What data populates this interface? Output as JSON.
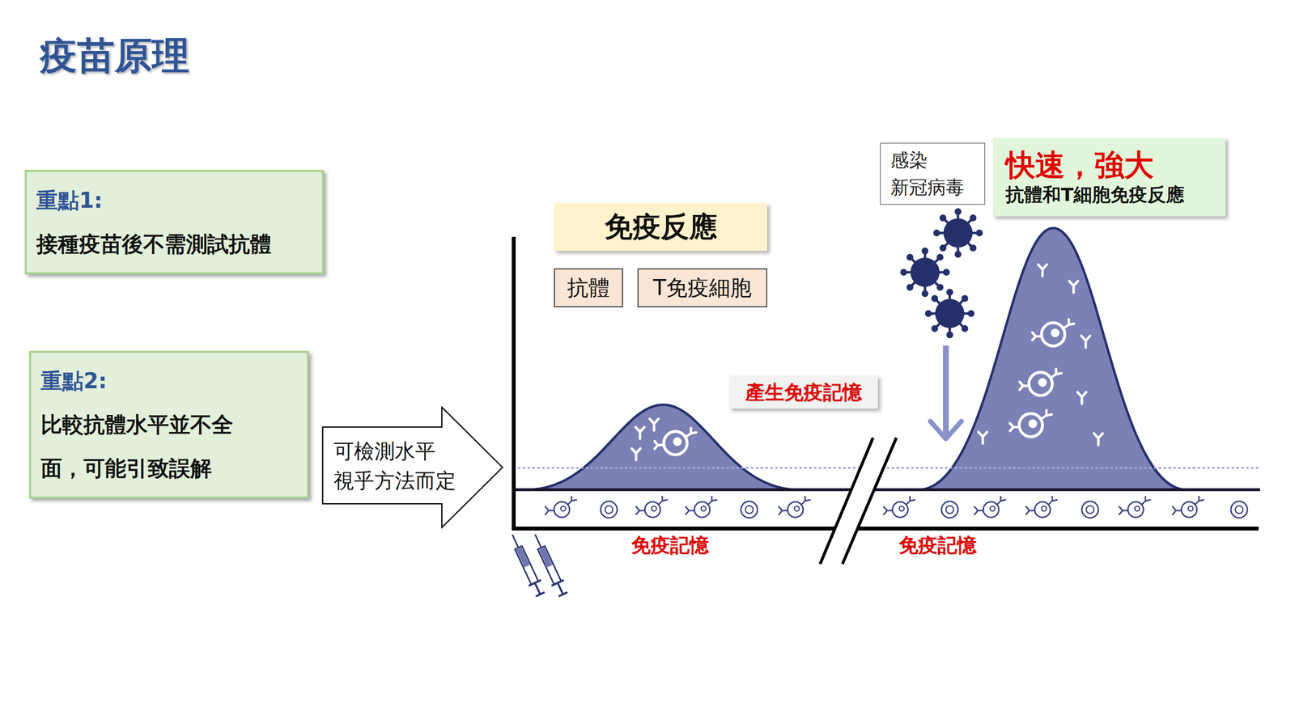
{
  "diagram": {
    "title": "疫苗原理",
    "nodes": [
      {
        "text": [
          "重點1:",
          "接種疫苗後不需測試抗體"
        ]
      },
      {
        "text": [
          "重點2:",
          "比較抗體水平並不全 面，可能引致誤解"
        ]
      },
      {
        "text": [
          "可檢測水平 視乎方法而定"
        ]
      },
      {
        "text": [
          "免疫反應"
        ]
      },
      {
        "text": [
          "抗體"
        ]
      },
      {
        "text": [
          "T免疫細胞"
        ]
      },
      {
        "text": [
          "產生免疫記憶"
        ]
      },
      {
        "text": [
          "感染 新冠病毒"
        ]
      },
      {
        "text": [
          "快速，強大",
          "抗體和T細胞免疫反應"
        ]
      }
    ],
    "labels": [
      "免疫記憶",
      "免疫記憶"
    ]
  }
}
